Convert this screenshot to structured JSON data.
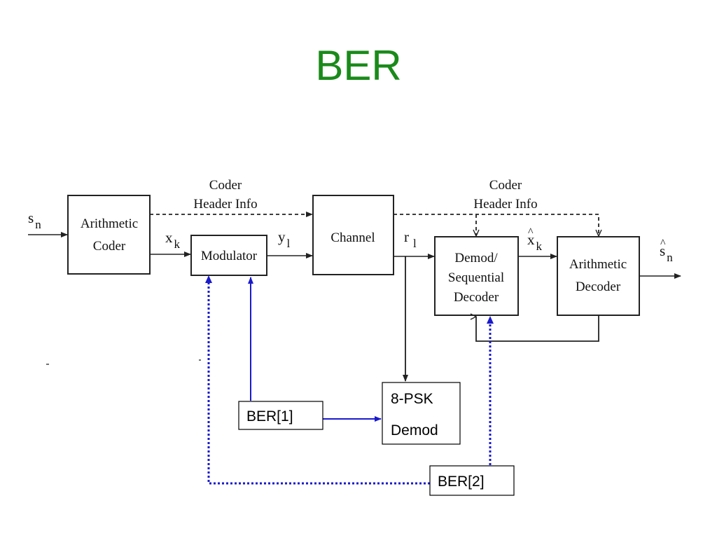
{
  "slide": {
    "title": "BER",
    "title_color": "#1a8a1a"
  },
  "diagram": {
    "blocks": {
      "arithmetic_coder": [
        "Arithmetic",
        "Coder"
      ],
      "modulator": "Modulator",
      "channel": "Channel",
      "demod_decoder": [
        "Demod/",
        "Sequential",
        "Decoder"
      ],
      "arithmetic_decoder": [
        "Arithmetic",
        "Decoder"
      ]
    },
    "signals": {
      "input": "s",
      "input_sub": "n",
      "coded": "x",
      "coded_sub": "k",
      "modulated": "y",
      "modulated_sub": "l",
      "received": "r",
      "received_sub": "l",
      "decoded_coded": "x",
      "decoded_coded_hat": "^",
      "decoded_coded_sub": "k",
      "output": "s",
      "output_hat": "^",
      "output_sub": "n"
    },
    "side_info": {
      "left": [
        "Coder",
        "Header Info"
      ],
      "right": [
        "Coder",
        "Header Info"
      ]
    }
  },
  "annotations": {
    "psk_block": [
      "8-PSK",
      "Demod"
    ],
    "ber1": "BER[1]",
    "ber2": "BER[2]"
  },
  "colors": {
    "scan_lines": "#222222",
    "ber_arrows": "#1a1acc",
    "annotation_lines": "#000000"
  }
}
